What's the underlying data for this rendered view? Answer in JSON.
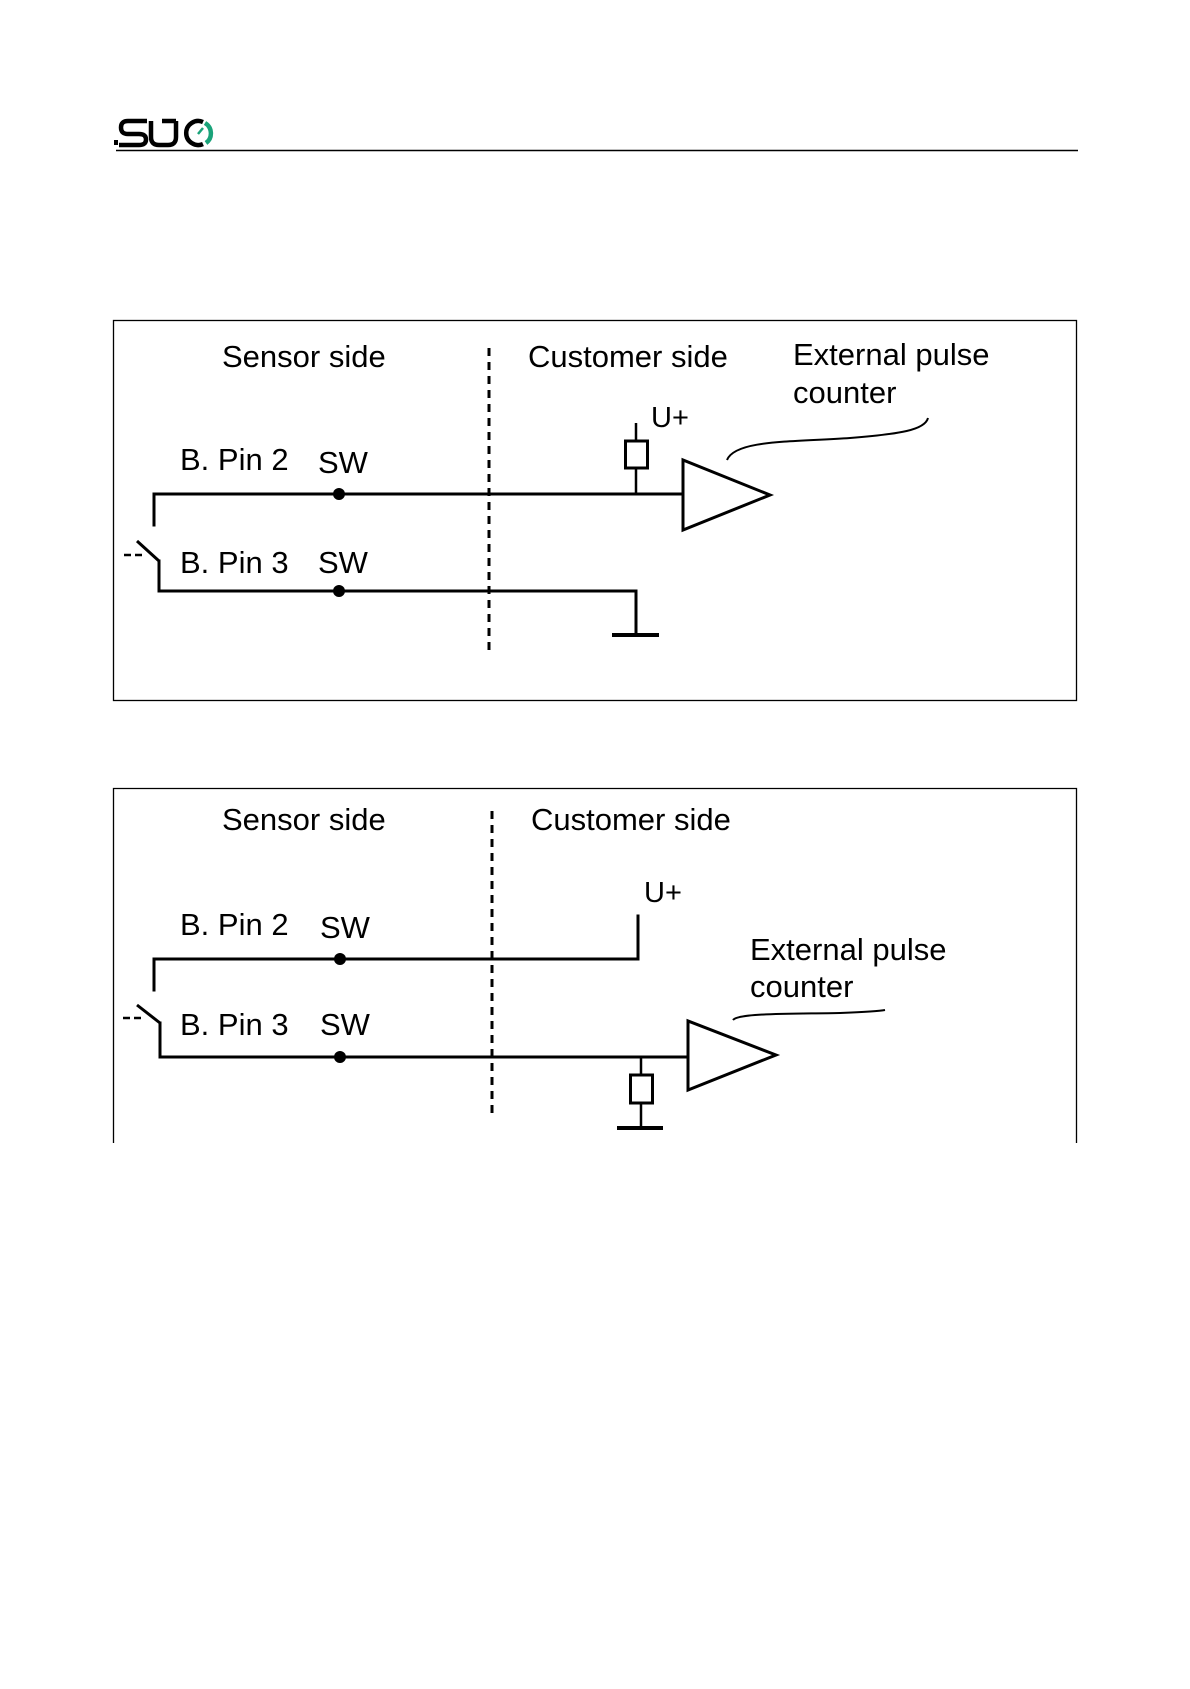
{
  "header": {
    "logo_text": "SUTO",
    "logo_accent_color": "#1aa37a"
  },
  "diagrams": [
    {
      "id": "pulse-wiring-pullup",
      "sensor_side_label": "Sensor side",
      "customer_side_label": "Customer side",
      "pin2_label": "B. Pin 2",
      "pin2_signal": "SW",
      "pin3_label": "B. Pin 3",
      "pin3_signal": "SW",
      "supply_label": "U+",
      "counter_label_line1": "External pulse",
      "counter_label_line2": "counter"
    },
    {
      "id": "pulse-wiring-pulldown",
      "sensor_side_label": "Sensor side",
      "customer_side_label": "Customer side",
      "pin2_label": "B. Pin 2",
      "pin2_signal": "SW",
      "pin3_label": "B. Pin 3",
      "pin3_signal": "SW",
      "supply_label": "U+",
      "counter_label_line1": "External pulse",
      "counter_label_line2": "counter"
    }
  ]
}
